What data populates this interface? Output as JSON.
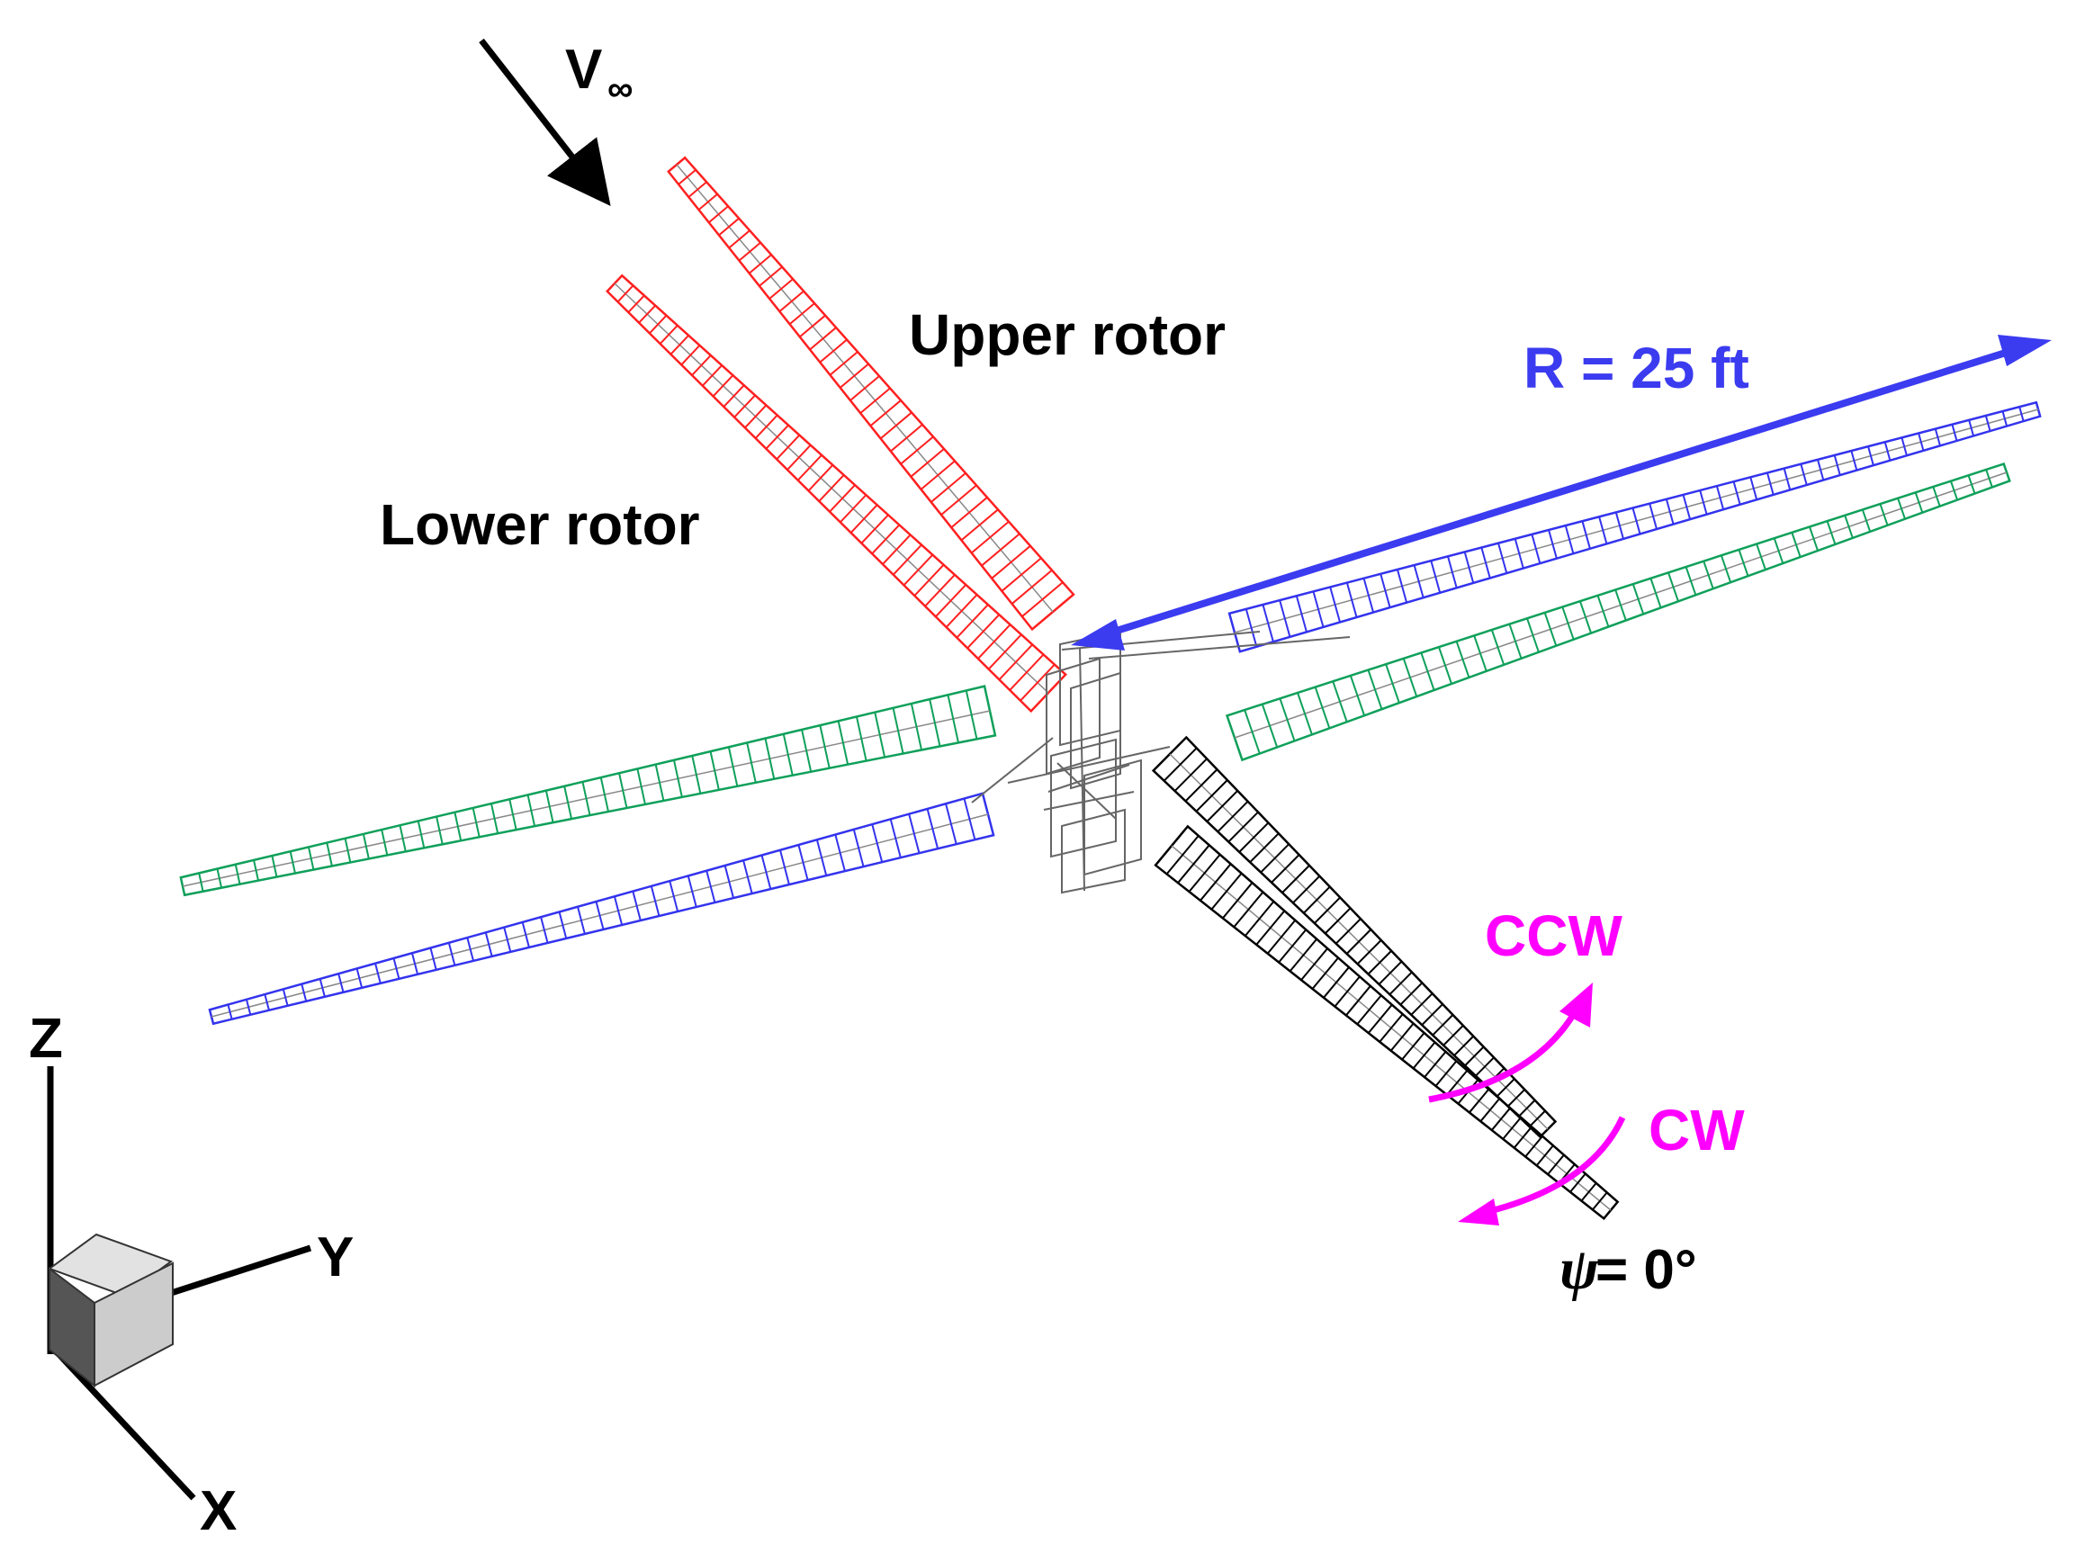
{
  "labels": {
    "freestream": "V",
    "freestream_sub": "∞",
    "upper_rotor": "Upper rotor",
    "lower_rotor": "Lower rotor",
    "radius": "R = 25 ft",
    "ccw": "CCW",
    "cw": "CW",
    "azimuth_symbol": "ψ",
    "azimuth_value": " = 0°",
    "axis_z": "Z",
    "axis_y": "Y",
    "axis_x": "X"
  },
  "colors": {
    "red_blades": "#ff2020",
    "green_blades": "#0fa05a",
    "blue_blades": "#3333ee",
    "black_blades": "#000000",
    "radius_arrow": "#3b3bf0",
    "rotation_arrows": "#ff00ff",
    "hub": "#666666",
    "triad_cube_front": "#cccccc",
    "triad_cube_top": "#e2e2e2",
    "triad_cube_side": "#555555"
  }
}
